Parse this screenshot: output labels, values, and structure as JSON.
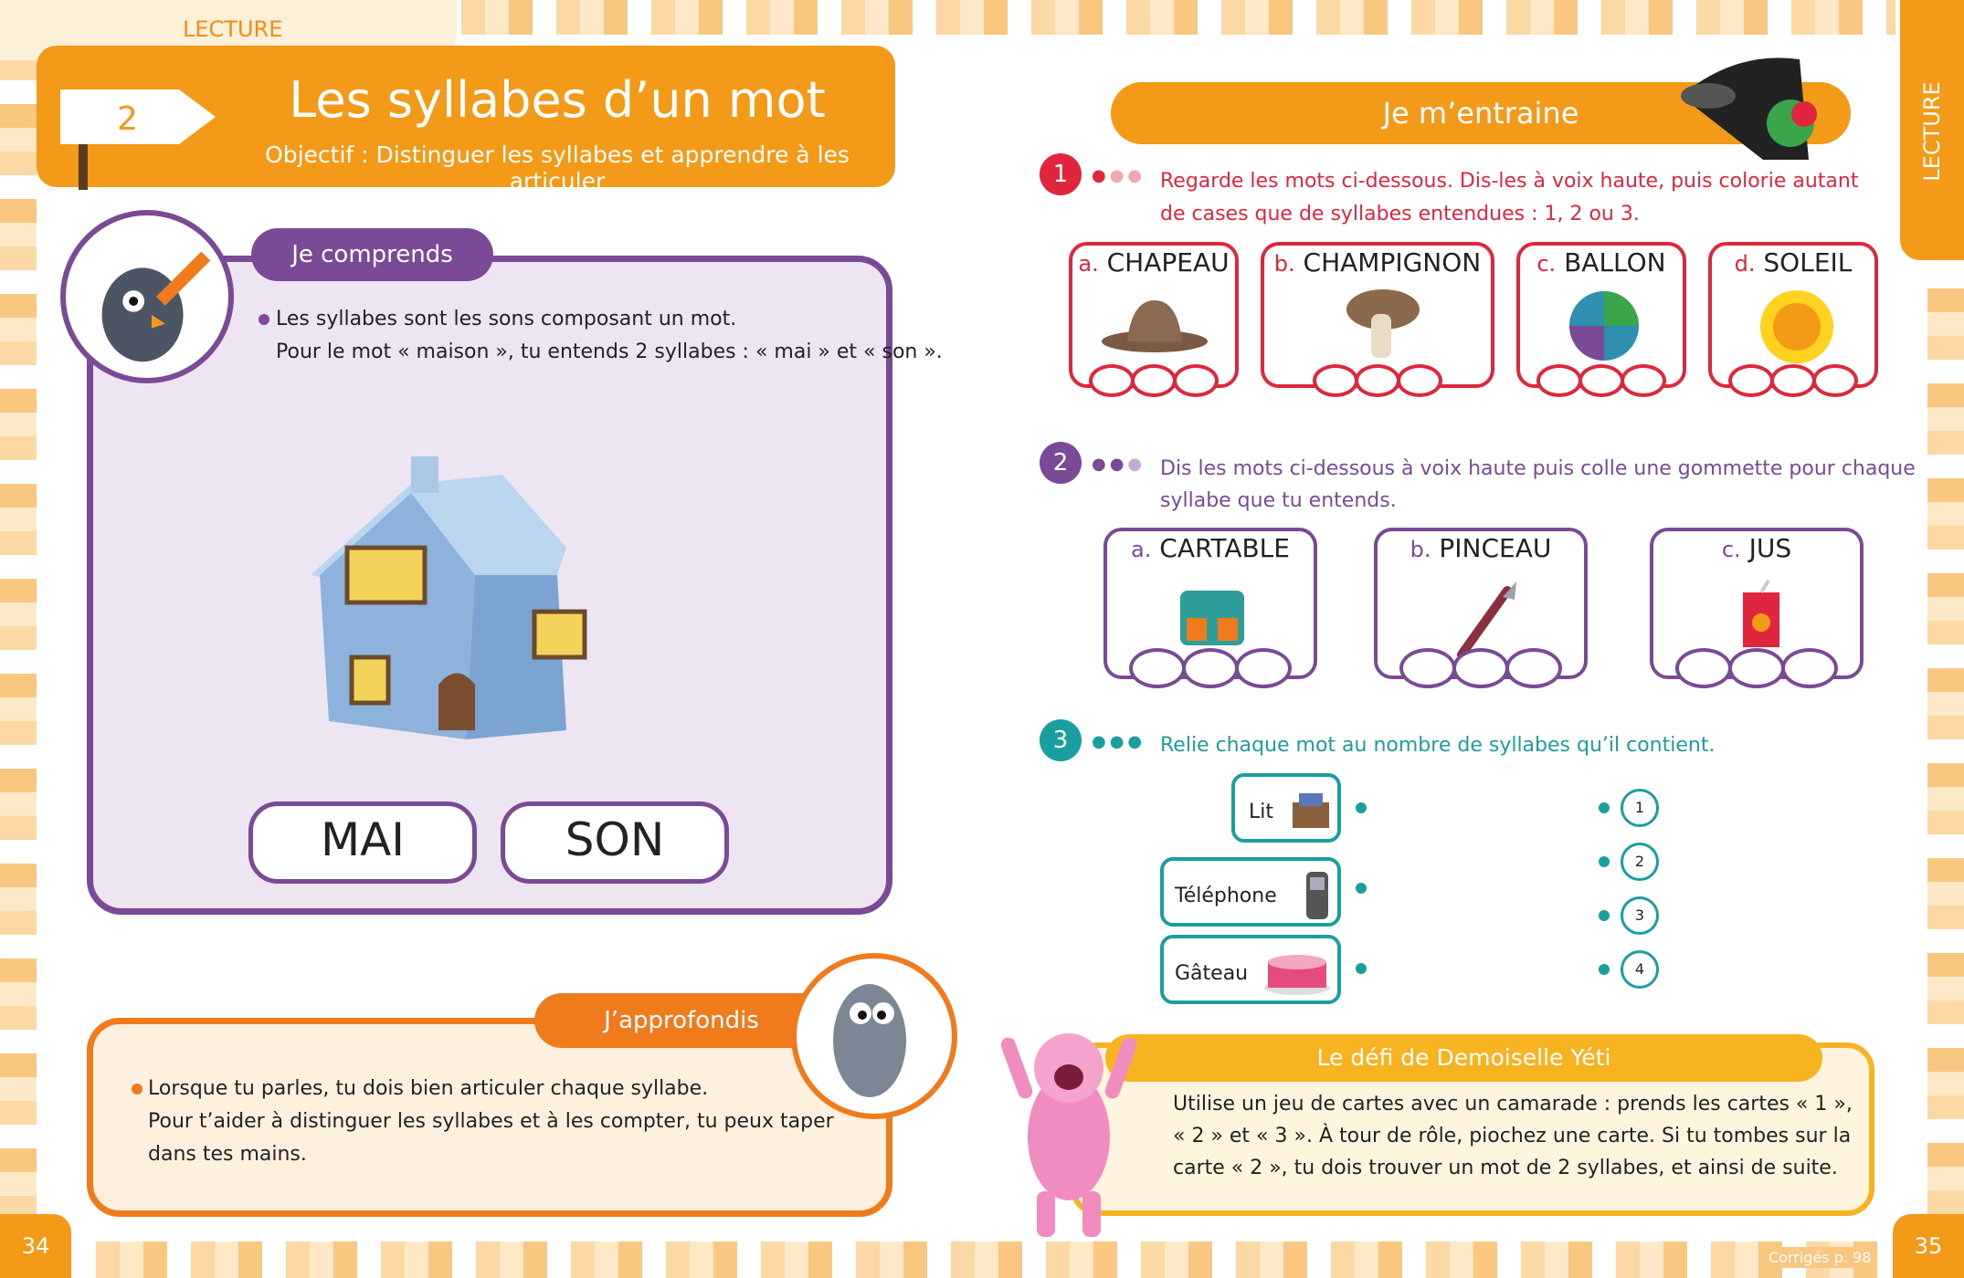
{
  "section_label": "LECTURE",
  "side_label": "LECTURE",
  "lesson_number": "2",
  "title": "Les syllabes d’un mot",
  "objective": "Objectif : Distinguer les syllabes et apprendre à les articuler",
  "comprends": {
    "heading": "Je comprends",
    "line1": "Les syllabes sont les sons composant un mot.",
    "line2": "Pour le mot « maison », tu entends 2 syllabes : « mai » et « son ».",
    "syllables": [
      "MAI",
      "SON"
    ]
  },
  "approfondis": {
    "heading": "J’approfondis",
    "line1": "Lorsque tu parles, tu dois bien articuler chaque syllabe.",
    "line2": "Pour t’aider à distinguer les syllabes et à les compter, tu peux taper",
    "line3": "dans tes mains."
  },
  "entraine": {
    "heading": "Je m’entraine",
    "ex1": {
      "number": "1",
      "line1": "Regarde les mots ci-dessous. Dis-les à voix haute, puis colorie autant",
      "line2": "de cases que de syllabes entendues : 1, 2 ou 3.",
      "items": [
        {
          "letter": "a.",
          "word": "CHAPEAU"
        },
        {
          "letter": "b.",
          "word": "CHAMPIGNON"
        },
        {
          "letter": "c.",
          "word": "BALLON"
        },
        {
          "letter": "d.",
          "word": "SOLEIL"
        }
      ]
    },
    "ex2": {
      "number": "2",
      "line1": "Dis les mots ci-dessous à voix haute puis colle une gommette pour chaque",
      "line2": "syllabe que tu entends.",
      "items": [
        {
          "letter": "a.",
          "word": "CARTABLE"
        },
        {
          "letter": "b.",
          "word": "PINCEAU"
        },
        {
          "letter": "c.",
          "word": "JUS"
        }
      ]
    },
    "ex3": {
      "number": "3",
      "line1": "Relie chaque mot au nombre de syllabes qu’il contient.",
      "words": [
        "Lit",
        "Téléphone",
        "Gâteau"
      ],
      "counts": [
        "1",
        "2",
        "3",
        "4"
      ]
    }
  },
  "defi": {
    "heading": "Le défi de Demoiselle Yéti",
    "line1": "Utilise un jeu de cartes avec un camarade : prends les cartes « 1 »,",
    "line2": "« 2 » et « 3 ». À tour de rôle, piochez une carte. Si tu tombes sur la",
    "line3": "carte « 2 », tu dois trouver un mot de 2 syllabes, et ainsi de suite."
  },
  "page_left": "34",
  "page_right": "35",
  "corriges": "Corrigés p. 98",
  "colors": {
    "orange": "#f39a18",
    "purple": "#7a4a96",
    "red": "#e0263e",
    "teal": "#1b9ea0",
    "yellow": "#f8b321"
  }
}
